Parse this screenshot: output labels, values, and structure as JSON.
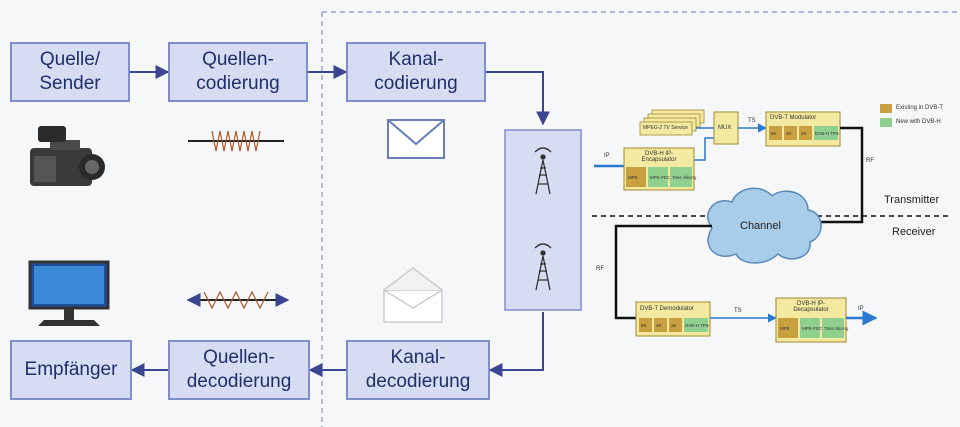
{
  "blocks": {
    "source": "Quelle/\nSender",
    "source_coding": "Quellen-\ncodierung",
    "channel_coding": "Kanal-\ncodierung",
    "sink": "Empfänger",
    "source_decoding": "Quellen-\ndecodierung",
    "channel_decoding": "Kanal-\ndecodierung"
  },
  "dvb": {
    "transmitter_label": "Transmitter",
    "receiver_label": "Receiver",
    "channel_label": "Channel",
    "legend_existing": "Existing in DVB-T",
    "legend_new": "New with DVB-H",
    "ip_in": "IP",
    "ip_out": "IP",
    "ts_top": "TS",
    "ts_bottom": "TS",
    "rf_top": "RF",
    "rf_left": "RF",
    "mux": "MUX",
    "modulator_title": "DVB-T Modulator",
    "demodulator_title": "DVB-T Demodulator",
    "encap_title": "DVB-H IP-Encapsulator",
    "decap_title": "DVB-H IP-Decapsulator",
    "mpeg_services": "MPEG-2 TV Service",
    "mod_cells": [
      "8K",
      "4K",
      "2K",
      "DVB-H TPS"
    ],
    "encap_cells": [
      "MPE",
      "MPE-FEC",
      "Time Slicing"
    ]
  },
  "colors": {
    "block_fill": "#d6ddf2",
    "block_border": "#7f8fcc",
    "arrow": "#3a4594",
    "existing": "#c8a040",
    "new": "#8fd08f"
  }
}
